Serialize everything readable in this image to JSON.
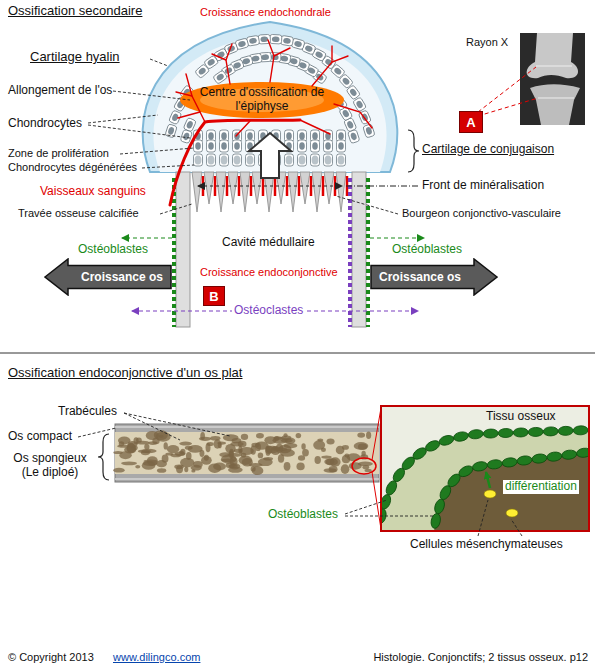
{
  "diagram": {
    "nodes": [
      {
        "text": [
          "A"
        ]
      },
      {
        "text": [
          "Croissance os"
        ]
      },
      {
        "text": [
          "Croissance os"
        ]
      },
      {
        "text": [
          "B"
        ]
      }
    ],
    "labels": [
      "Ossification secondaire",
      "Croissance endochondrale",
      "Rayon X",
      "Cartilage hyalin",
      "Allongement de l'os",
      "Centre d'ossification de l'épiphyse",
      "Chondrocytes",
      "Zone de prolifération",
      "Chondrocytes dégénérées",
      "Cartilage de conjugaison",
      "Vaisseaux sanguins",
      "Front de minéralisation",
      "Travée osseuse calcifiée",
      "Bourgeon conjonctivo-vasculaire",
      "Ostéoblastes",
      "Cavité médullaire",
      "Ostéoblastes",
      "Croissance endoconjonctive",
      "Ostéoclastes",
      "Ossification endoconjonctive d'un os plat",
      "Trabécules",
      "Os compact",
      "Os spongieux (Le diploé)",
      "Tissu osseux",
      "différentiation",
      "Ostéoblastes",
      "Cellules mésenchymateuses",
      "© Copyright 2013",
      "www.dilingco.com",
      "Histologie. Conjonctifs; 2 tissus osseux. p12"
    ]
  }
}
